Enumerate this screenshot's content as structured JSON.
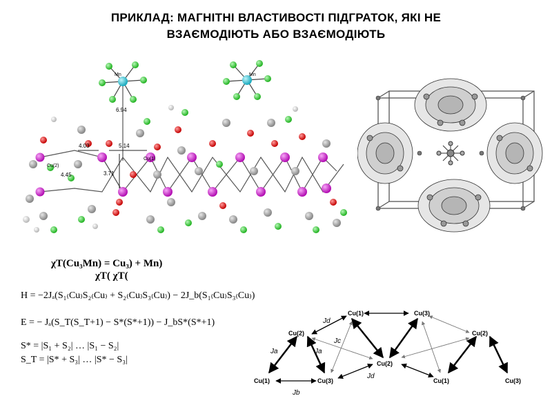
{
  "slide": {
    "title_line1": "ПРИКЛАД: МАГНІТНІ ВЛАСТИВОСТІ ПІДГРАТОК, ЯКІ НЕ",
    "title_line2": "ВЗАЄМОДІЮТЬ АБО ВЗАЄМОДІЮТЬ"
  },
  "structure_labels": {
    "mn_1": "Mn",
    "mn_2": "Mn",
    "dist_694": "6.94",
    "dist_403": "4.03",
    "dist_514": "5.14",
    "dist_445": "4.45",
    "dist_371": "3.71",
    "cu2": "Cu(2)",
    "cu1": "Cu(1)"
  },
  "equations": {
    "chi_line1": "χT(Cu₃Mn) =        Cu₃) +        Mn)",
    "chi_line2": "χT(                χT(",
    "hamiltonian": "H = −2Jₐ(S₁₍Cu₎S₂₍Cu₎ + S₂₍Cu₎S₃₍Cu₎) − 2J_b(S₁₍Cu₎S₃₍Cu₎)",
    "energy": "E = − Jₐ(S_T(S_T+1) − S*(S*+1)) − J_bS*(S*+1)",
    "s_star": "S* = |S₁ + S₂| … |S₁ − S₂|",
    "s_total": "S_T = |S* + S₃| … |S* − S₃|"
  },
  "scheme": {
    "nodes": {
      "cu1_top": "Cu(1)",
      "cu3_top": "Cu(3)",
      "cu2_left": "Cu(2)",
      "cu2_mid": "Cu(2)",
      "cu2_right": "Cu(2)",
      "cu1_bl": "Cu(1)",
      "cu3_bl": "Cu(3)",
      "cu1_br": "Cu(1)",
      "cu3_br": "Cu(3)"
    },
    "labels": {
      "jd_top": "Jd",
      "jc": "Jc",
      "ja_left": "Ja",
      "ja_mid": "Ja",
      "jd_bottom": "Jd",
      "jb": "Jb"
    }
  },
  "colors": {
    "mn": "#29c6d6",
    "cu": "#d81ad8",
    "halogen": "#3ed43e",
    "oxygen": "#e01414",
    "carbon": "#a8a8a8",
    "hydrogen": "#d6d6d6"
  }
}
